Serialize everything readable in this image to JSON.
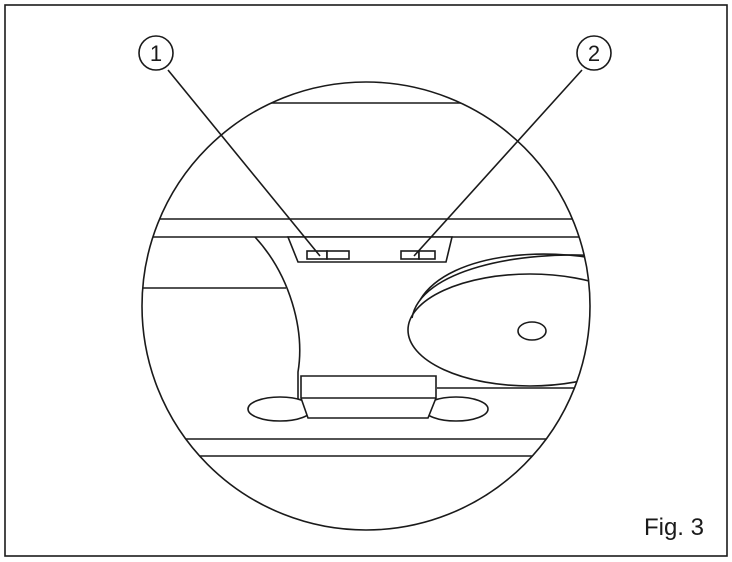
{
  "callouts": [
    {
      "label": "1"
    },
    {
      "label": "2"
    }
  ],
  "caption": "Fig. 3"
}
